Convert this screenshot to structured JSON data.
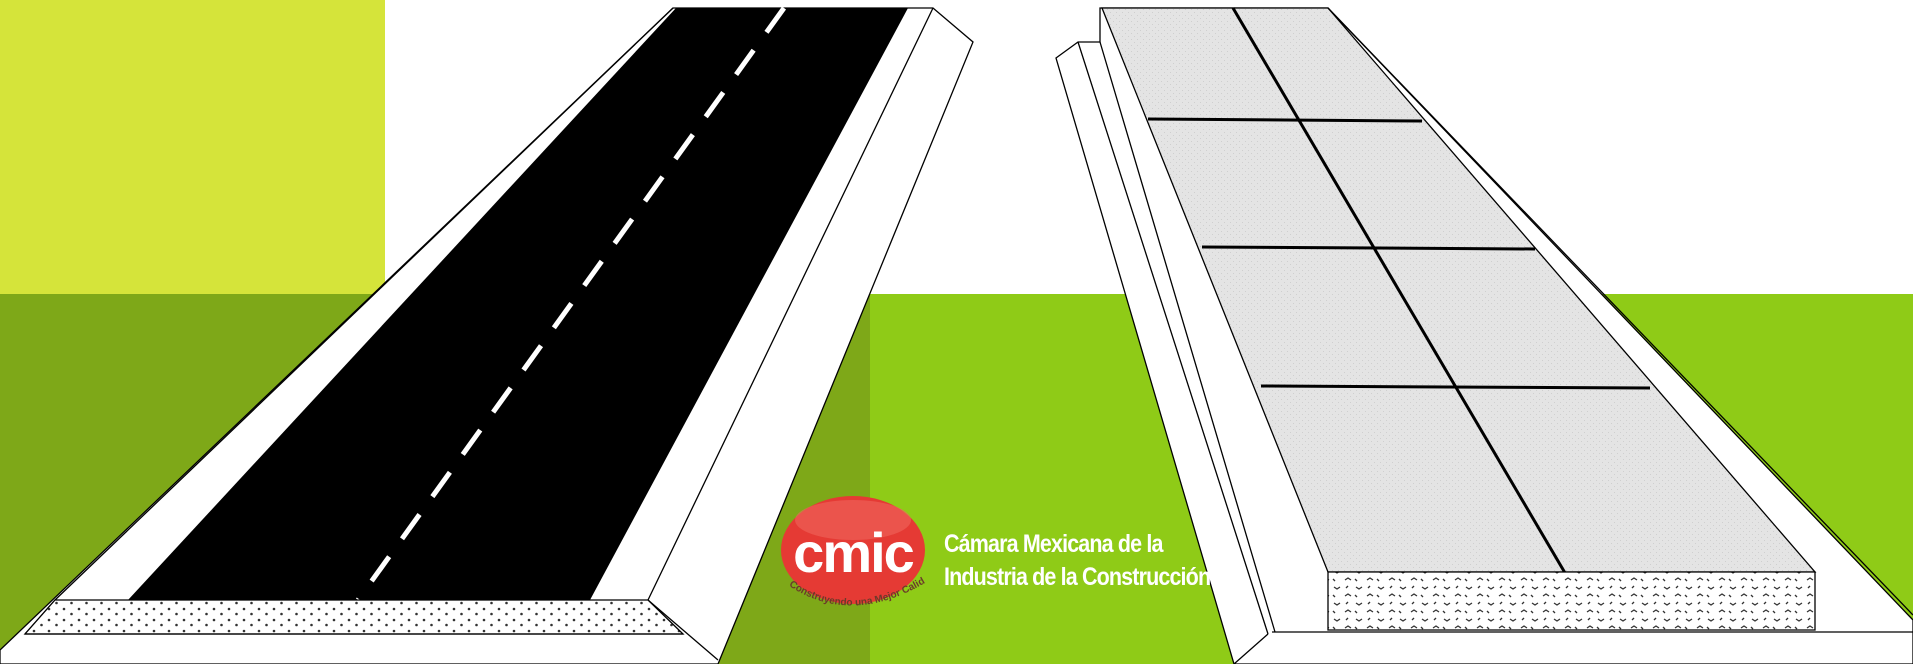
{
  "colors": {
    "lime_block": "#d5e43a",
    "left_grass": "#7ea818",
    "right_grass": "#8fcb17",
    "asphalt": "#000000",
    "lane_marking": "#ffffff",
    "concrete_slab": "#e3e3e3",
    "logo_red": "#e53a34"
  },
  "logo": {
    "acronym": "cmic",
    "tagline": "Construyendo una Mejor Calidad de Vida",
    "name_line1": "Cámara Mexicana de la",
    "name_line2": "Industria de la Construcción"
  },
  "icons": [
    "asphalt-road-icon",
    "concrete-road-icon",
    "cmic-logo-icon"
  ]
}
